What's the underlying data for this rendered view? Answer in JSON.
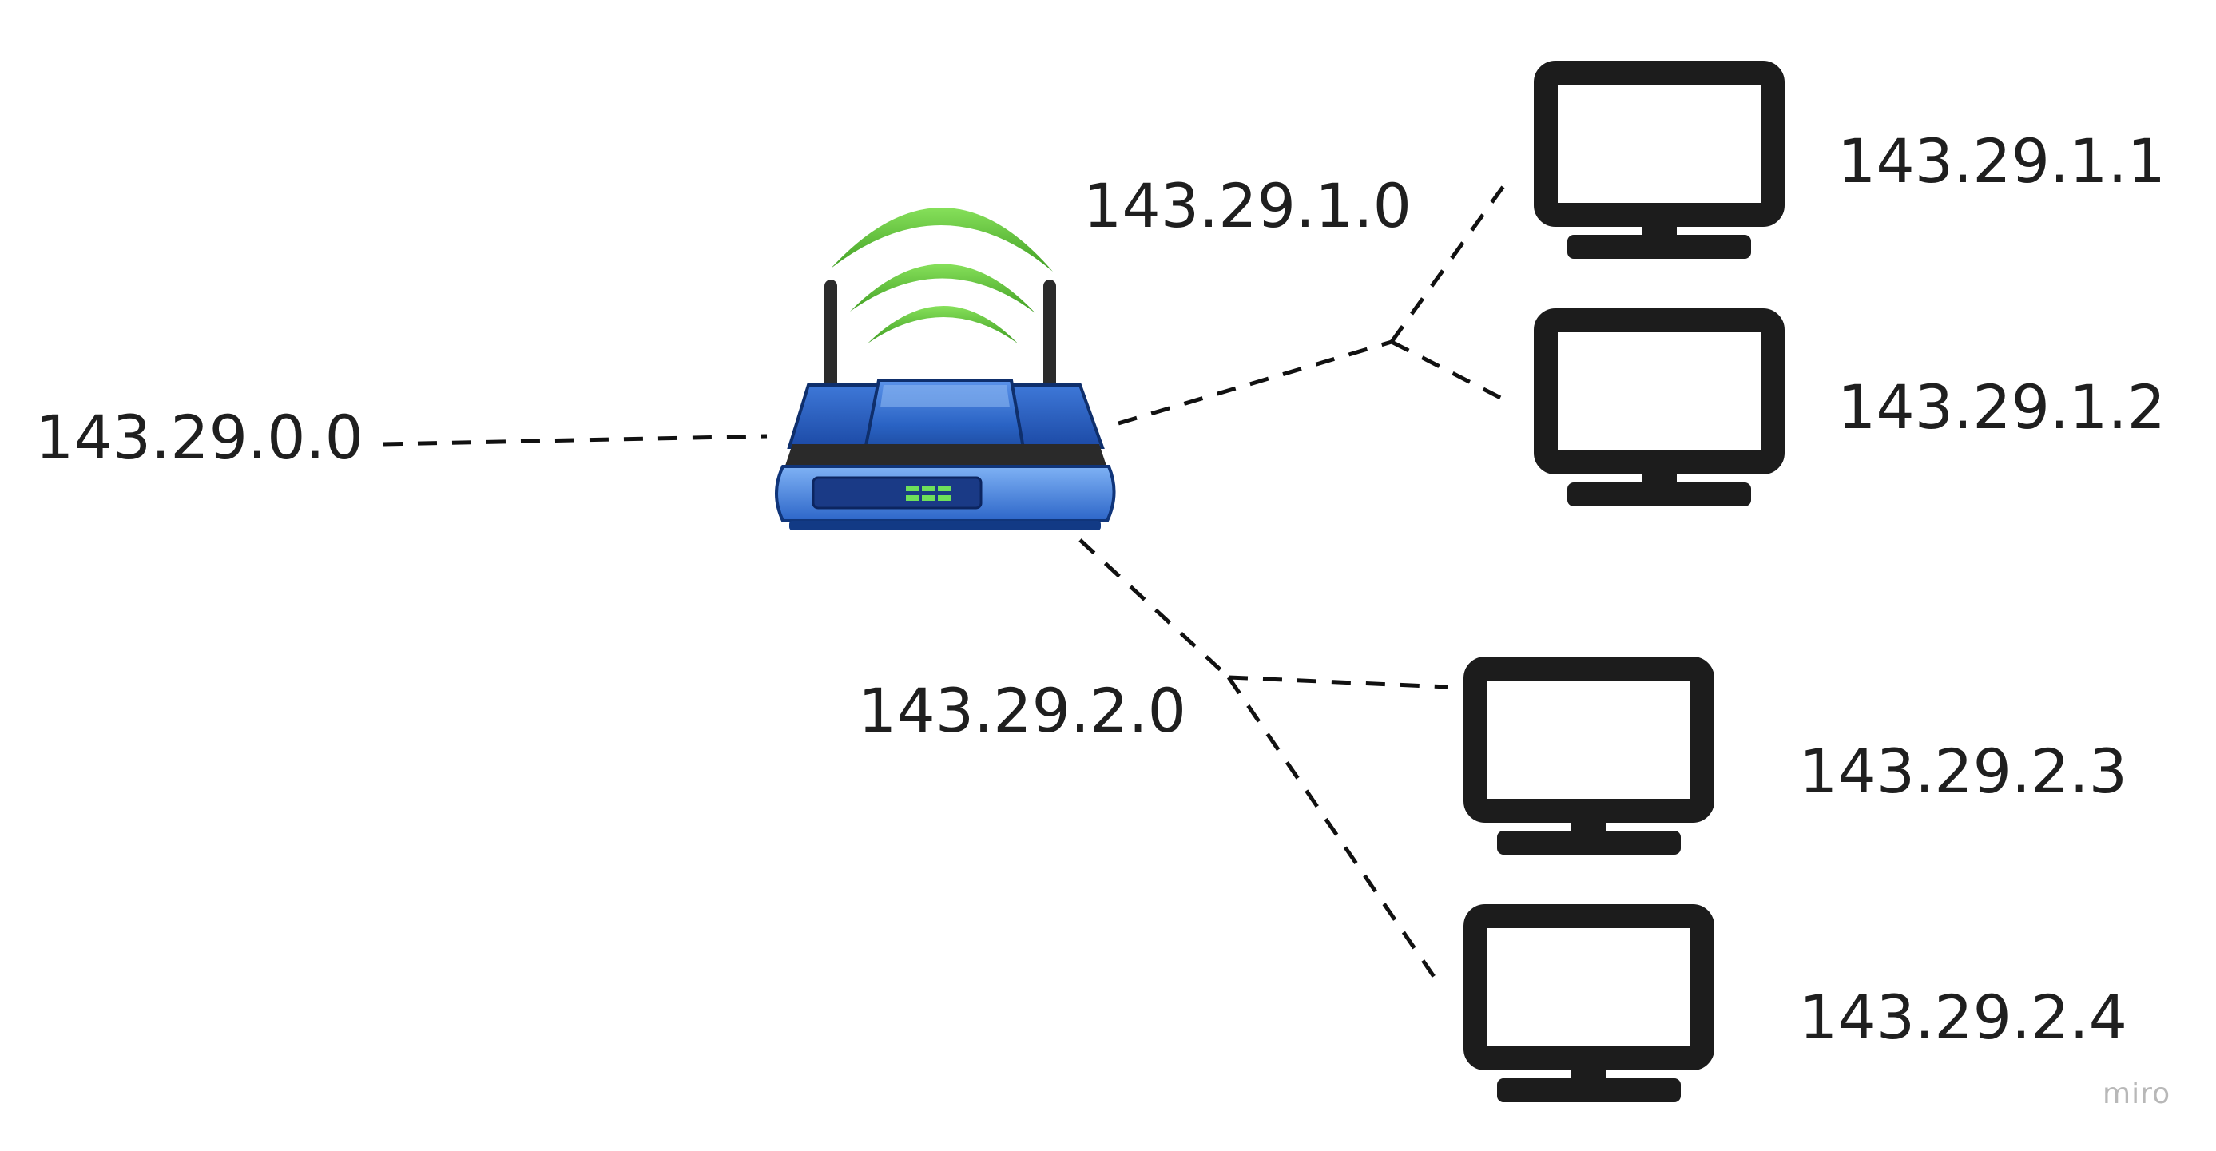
{
  "diagram": {
    "wan_network": "143.29.0.0",
    "subnet_1": {
      "network": "143.29.1.0",
      "hosts": [
        "143.29.1.1",
        "143.29.1.2"
      ]
    },
    "subnet_2": {
      "network": "143.29.2.0",
      "hosts": [
        "143.29.2.3",
        "143.29.2.4"
      ]
    },
    "icons": {
      "router": "wireless-router-icon",
      "host": "monitor-icon"
    },
    "colors": {
      "router_body": "#2a63c4",
      "wifi_waves": "#5cc435",
      "led": "#6ee05a",
      "lines": "#111111",
      "monitor": "#1c1c1c"
    }
  },
  "watermark": "miro"
}
